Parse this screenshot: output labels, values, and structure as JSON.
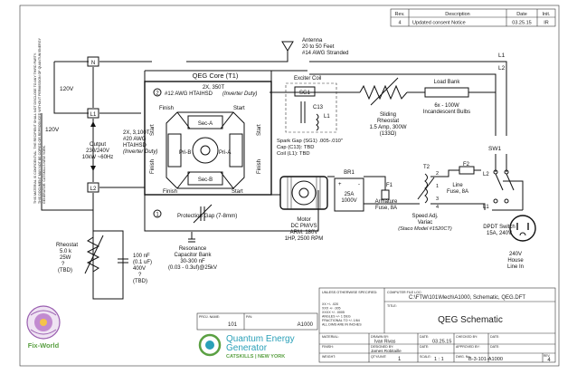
{
  "revision": {
    "headers": [
      "Rev.",
      "Description",
      "Date",
      "Init."
    ],
    "row": [
      "4",
      "Updated consent Notice",
      "03.25.15",
      "IR"
    ]
  },
  "side_notice": [
    "THIS MATERIAL IS CONFIDENTIAL. THE RECIPIENT SHALL NOT DISCLOSE TO ANY THIRD PARTY.",
    "THIS DOCUMENT MAY NOT BE COPIED OR REPRODUCED WITHOUT PERMISSION OF QUANTUM ENERGY",
    "GENERATOR. CATSKILLS NEW YORK."
  ],
  "lines": {
    "l1": "L1",
    "l2": "L2",
    "n": "N"
  },
  "voltages": {
    "v120_upper": "120V",
    "v120_left": "120V"
  },
  "nodes": {
    "n": "N",
    "l1": "L1",
    "l2": "L2"
  },
  "output": [
    "Output",
    "230/240V",
    "10kW ~60Hz"
  ],
  "antenna": [
    "Antenna",
    "20 to 50 Feet",
    "#14 AWG Stranded"
  ],
  "exciter_coil": "Exciter Coil",
  "sg1": "SG1",
  "c13": "C13",
  "coil_l1": "L1",
  "spark_gap": [
    "Spark Gap (SG1) .005-.010\"",
    "Cap (C13): TBD",
    "Coil (L1): TBD"
  ],
  "qeg_core": {
    "title": "QEG Core (T1)",
    "spec": [
      "2X, 350T",
      "#12 AWG  HTAIHSD"
    ],
    "duty": "(Inverter Duty)",
    "left_spec": [
      "2X, 3,100T",
      "#20 AWG",
      "HTAIHSD"
    ],
    "left_duty": "(Inverter Duty)",
    "marker_top": "2",
    "marker_bottom": "1",
    "sec_a": "Sec-A",
    "sec_b": "Sec-B",
    "pri_a": "Pri-A",
    "pri_b": "Pri-B",
    "finish": "Finish",
    "start": "Start"
  },
  "protection_gap": "Protection Gap (7-8mm)",
  "resonance": [
    "Resonance",
    "Capacitor Bank",
    "30-300 nF",
    "(0.03 - 0.3uf)@25kV"
  ],
  "rheostat": [
    "Rheostat",
    "5.0 k",
    "25W",
    "?",
    "(TBD)"
  ],
  "cap_100nf": [
    "100 nF",
    "(0.1 uF)",
    "400V",
    "?",
    "(TBD)"
  ],
  "sliding_rheostat": [
    "Sliding",
    "Rheostat",
    "1.5 Amp, 300W",
    "(133Ω)"
  ],
  "load_bank": [
    "Load Bank",
    "6x - 100W",
    "Incandescent Bulbs"
  ],
  "br1": {
    "label": "BR1",
    "rating": [
      "25A",
      "1000V"
    ],
    "plus": "+",
    "minus": "-"
  },
  "motor": [
    "Motor",
    "DC PM/VS",
    "ARM: 180V",
    "1HP, 2500 RPM"
  ],
  "f1": {
    "label": "F1",
    "text": [
      "Armature",
      "Fuse, 8A"
    ]
  },
  "t2": {
    "label": "T2",
    "pins": [
      "2",
      "1",
      "3",
      "4"
    ],
    "text": [
      "Speed Adj.",
      "Variac"
    ],
    "model": "(Staco Model #1520CT)"
  },
  "f2": {
    "label": "F2",
    "text": [
      "Line",
      "Fuse, 8A"
    ]
  },
  "sw1": {
    "label": "SW1",
    "l2": "L2",
    "l1": "L1",
    "text": [
      "DPDT Switch",
      "15A, 240V"
    ]
  },
  "house_line": [
    "240V",
    "House",
    "Line In"
  ],
  "title_block": {
    "unless": "UNLESS OTHERWISE SPECIFIED:",
    "tolerances": [
      "XX  +/- .020",
      "XXX +/- .005",
      "XXXX +/- .0005",
      "ANGLES +/- 1 DEG",
      "FRACTIONAL TO +/- 1/64",
      "ALL DIMS ARE IN INCHES"
    ],
    "computer_file_label": "COMPUTER FILE LOC:",
    "computer_file": "C:\\FTW\\101\\Mech\\A1000, Schematic, QEG.DFT",
    "title_label": "TITLE:",
    "title": "QEG Schematic",
    "material_label": "MATERIAL:",
    "finish_label": "FINISH:",
    "weight_label": "WEIGHT:",
    "drawn_by_label": "DRAWN BY:",
    "drawn_by": "Ivan Rivas",
    "date_label": "DATE:",
    "date": "03.25.15",
    "checked_by_label": "CHECKED BY:",
    "designed_by_label": "DESIGNED BY:",
    "designed_by": "James Robitaille",
    "approved_by_label": "APPROVED BY:",
    "qty_label": "QTY/UNIT:",
    "qty": "1",
    "scale_label": "SCALE:",
    "scale": "1 : 1",
    "dwg_label": "DWG. No:",
    "dwg": "B-3-101-A1000",
    "rev_label": "REV:",
    "rev": "4",
    "proj_name_label": "PROJ. NAME:",
    "proj_name": "101",
    "pn_label": "P/N:",
    "pn": "A1000"
  },
  "brand": {
    "line1": "Quantum Energy",
    "line2": "Generator",
    "line3": "CATSKILLS | NEW YORK",
    "fix_world": "Fix-World",
    "accent": "#2aa0b8",
    "green": "#5aa042",
    "purple": "#9a5fb0"
  }
}
